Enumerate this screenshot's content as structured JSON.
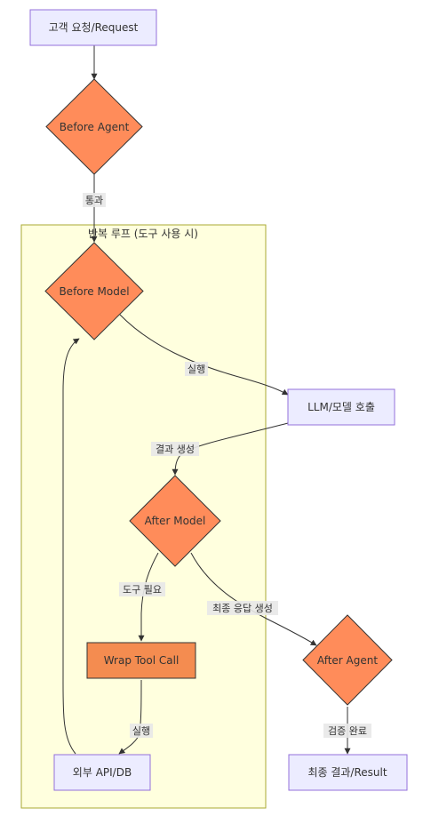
{
  "nodes": {
    "request": "고객 요청/Request",
    "before_agent": "Before Agent",
    "before_model": "Before Model",
    "llm": "LLM/모델 호출",
    "after_model": "After Model",
    "wrap_tool": "Wrap Tool Call",
    "after_agent": "After Agent",
    "external": "외부 API/DB",
    "result": "최종 결과/Result"
  },
  "cluster": {
    "title": "반복 루프 (도구 사용 시)"
  },
  "edges": {
    "pass": "통과",
    "execute1": "실행",
    "generate": "결과 생성",
    "tool_needed": "도구 필요",
    "final_response": "최종 응답 생성",
    "execute2": "실행",
    "verified": "검증 완료"
  },
  "colors": {
    "box_fill": "#ECECFF",
    "box_stroke": "#9370DB",
    "diamond_fill": "#FF8C5A",
    "diamond_stroke": "#333333",
    "wrap_fill": "#F48C50",
    "cluster_fill": "#FFFFDE",
    "cluster_stroke": "#AAAA33",
    "edge": "#333333"
  }
}
